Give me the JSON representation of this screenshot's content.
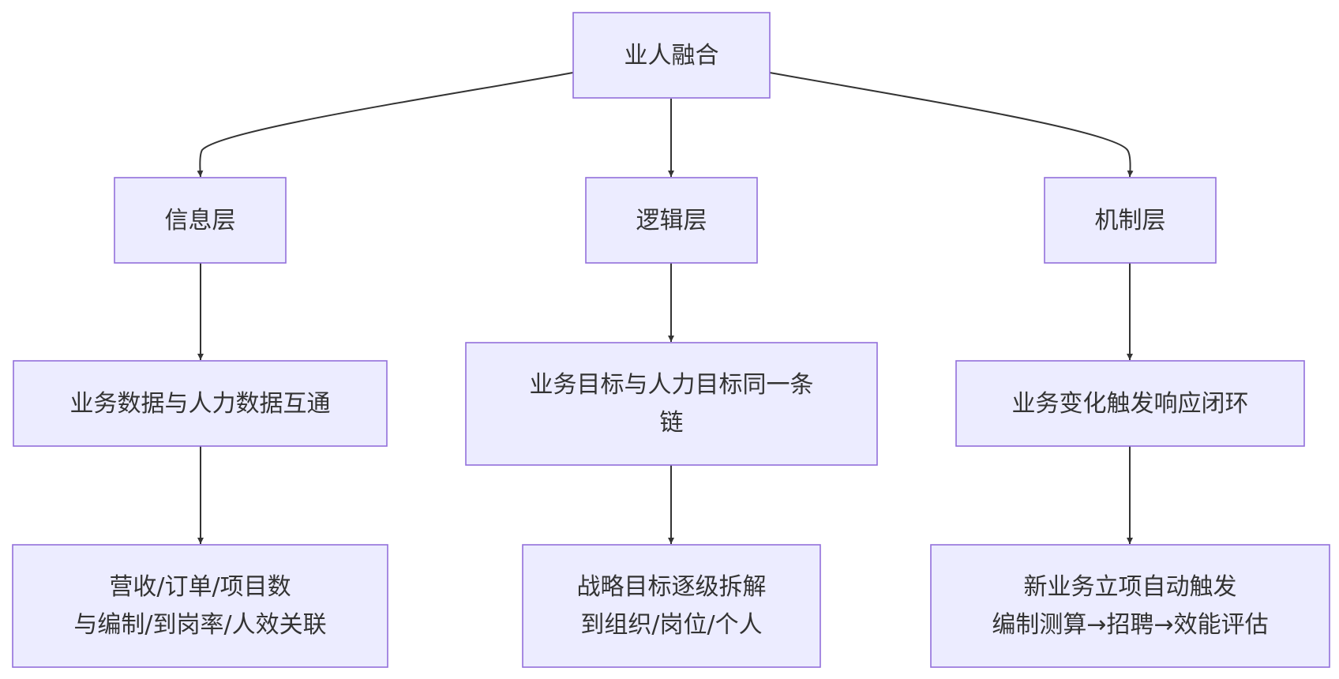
{
  "nodes": {
    "root": {
      "lines": [
        "业人融合"
      ]
    },
    "info_layer": {
      "lines": [
        "信息层"
      ]
    },
    "logic_layer": {
      "lines": [
        "逻辑层"
      ]
    },
    "mechanism_layer": {
      "lines": [
        "机制层"
      ]
    },
    "data_interop": {
      "lines": [
        "业务数据与人力数据互通"
      ]
    },
    "goal_chain": {
      "lines": [
        "业务目标与人力目标同一条",
        "链"
      ]
    },
    "change_loop": {
      "lines": [
        "业务变化触发响应闭环"
      ]
    },
    "metrics_link": {
      "lines": [
        "营收/订单/项目数",
        "与编制/到岗率/人效关联"
      ]
    },
    "goal_decomposition": {
      "lines": [
        "战略目标逐级拆解",
        "到组织/岗位/个人"
      ]
    },
    "auto_trigger": {
      "lines": [
        "新业务立项自动触发",
        "编制测算→招聘→效能评估"
      ]
    }
  },
  "edges": [
    {
      "from": "root",
      "to": "info_layer"
    },
    {
      "from": "root",
      "to": "logic_layer"
    },
    {
      "from": "root",
      "to": "mechanism_layer"
    },
    {
      "from": "info_layer",
      "to": "data_interop"
    },
    {
      "from": "logic_layer",
      "to": "goal_chain"
    },
    {
      "from": "mechanism_layer",
      "to": "change_loop"
    },
    {
      "from": "data_interop",
      "to": "metrics_link"
    },
    {
      "from": "goal_chain",
      "to": "goal_decomposition"
    },
    {
      "from": "change_loop",
      "to": "auto_trigger"
    }
  ],
  "colors": {
    "node_fill": "#ECECFF",
    "node_stroke": "#9370DB",
    "edge": "#333333",
    "text": "#333333"
  }
}
